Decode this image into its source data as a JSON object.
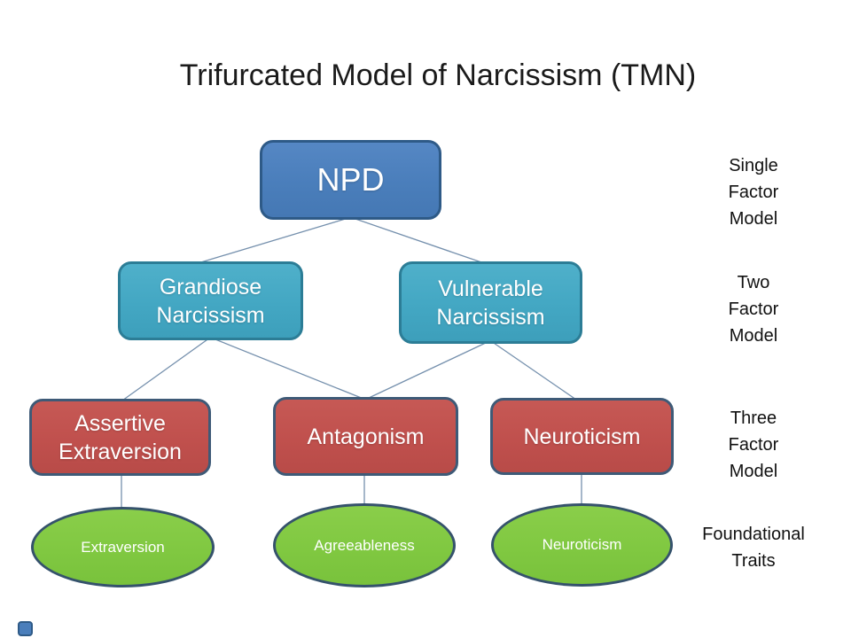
{
  "title": "Trifurcated Model of Narcissism (TMN)",
  "nodes": {
    "npd": {
      "label": "NPD"
    },
    "grandiose": {
      "label": "Grandiose\nNarcissism"
    },
    "vulnerable": {
      "label": "Vulnerable\nNarcissism"
    },
    "assertive": {
      "label": "Assertive\nExtraversion"
    },
    "antagonism": {
      "label": "Antagonism"
    },
    "neuroticism": {
      "label": "Neuroticism"
    },
    "trait_extraversion": {
      "label": "Extraversion"
    },
    "trait_agreeableness": {
      "label": "Agreeableness"
    },
    "trait_neuroticism": {
      "label": "Neuroticism"
    }
  },
  "side_labels": {
    "single": "Single\nFactor\nModel",
    "two": "Two\nFactor\nModel",
    "three": "Three\nFactor\nModel",
    "foundational": "Foundational\nTraits"
  },
  "colors": {
    "blue_fill": "#4a7ebb",
    "blue_border": "#2e5a87",
    "teal_fill": "#43a7c3",
    "teal_border": "#2c7d96",
    "red_fill": "#c0504d",
    "red_border": "#3e5a77",
    "green_fill": "#80c841",
    "green_border": "#35526c",
    "connector": "#7590ad",
    "shape_text": "#ffffff",
    "title_text": "#1a1a1a"
  }
}
